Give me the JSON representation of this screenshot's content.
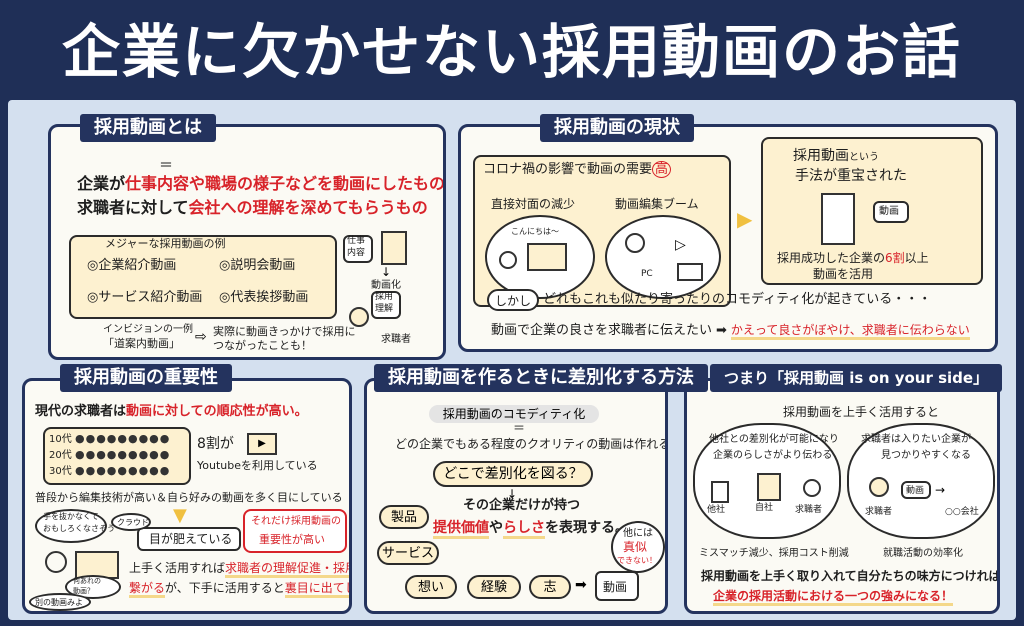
{
  "title": "企業に欠かせない採用動画のお話",
  "panel1": {
    "title": "採用動画とは",
    "eq": "＝",
    "line1_a": "企業が",
    "line1_red": "仕事内容や職場の様子などを動画にしたもの",
    "line2_a": "求職者に対して",
    "line2_red": "会社への理解を深めてもらうもの",
    "box_title": "メジャーな採用動画の例",
    "examples": [
      "◎企業紹介動画",
      "◎説明会動画",
      "◎サービス紹介動画",
      "◎代表挨拶動画"
    ],
    "note_a": "インビジョンの一例",
    "note_b": "「道案内動画」",
    "note_c": "実際に動画きっかけで採用に",
    "note_d": "つながったことも！",
    "side_job": "仕事",
    "side_job2": "内容",
    "side_to_video": "動画化",
    "side_understand": "採用",
    "side_understand2": "理解",
    "side_seeker": "求職者"
  },
  "panel2": {
    "title": "採用動画の現状",
    "corona_a": "コロナ禍の影響で動画の需要",
    "corona_b": "高",
    "bubble_left": "直接対面の減少",
    "bubble_left_small": "こんにちは～",
    "bubble_right": "動画編集ブーム",
    "pc": "PC",
    "right_a": "採用動画",
    "right_b": "という",
    "right_c": "手法が重宝された",
    "video_label": "動画",
    "success_a": "採用成功した企業の",
    "success_red": "6割",
    "success_b": "以上",
    "success_c": "動画を活用",
    "shikashi": "しかし",
    "commodity": "どれもこれも似たり寄ったりのコモディティ化が起きている・・・",
    "bottom_a": "動画で企業の良さを求職者に伝えたい",
    "bottom_red": "かえって良さがぼやけ、求職者に伝わらない"
  },
  "panel3": {
    "title": "採用動画の重要性",
    "line_a": "現代の求職者は",
    "line_red": "動画に対しての順応性が高い。",
    "ages": [
      "10代",
      "20代",
      "30代"
    ],
    "stat_a": "8割が",
    "stat_b": "Youtubeを利用している",
    "habit": "普段から編集技術が高い＆自ら好みの動画を多く目にしている",
    "eye": "目が肥えている",
    "bubble1_a": "手を抜かなくて",
    "bubble1_b": "おもしろくなさそう",
    "bubble2": "クラウド",
    "bubble3_a": "何あれの",
    "bubble3_b": "動画？",
    "bubble4": "別の動画みよ",
    "red_box_a": "それだけ採用動画の",
    "red_box_b": "重要性が高い",
    "bottom_a": "上手く活用すれば",
    "bottom_red1": "求職者の理解促進・採用に",
    "bottom_red2": "繋がる",
    "bottom_b": "が、下手に活用すると",
    "bottom_red3": "裏目に出てしまう"
  },
  "panel4": {
    "title": "採用動画を作るときに差別化する方法",
    "top_label": "採用動画のコモディティ化",
    "eq": "＝",
    "line": "どの企業でもある程度のクオリティの動画は作れる",
    "question": "どこで差別化を図る？",
    "company_a": "その企業だけが持つ",
    "company_red1": "提供価値",
    "company_mid": "や",
    "company_red2": "らしさ",
    "company_b": "を表現する。",
    "circles": [
      "製品",
      "サービス",
      "想い",
      "経験",
      "志"
    ],
    "video": "動画",
    "unique_a": "他には",
    "unique_red": "真似",
    "unique_b": "できない！"
  },
  "panel5": {
    "title": "つまり「採用動画 is on your side」",
    "sub": "採用動画を上手く活用すると",
    "left_a": "他社との差別化が可能になり",
    "left_b": "企業のらしさがより伝わる",
    "left_self": "自社",
    "left_other": "他社",
    "left_seeker": "求職者",
    "left_cap": "ミスマッチ減少、採用コスト削減",
    "right_a": "求職者は入りたい企業が",
    "right_b": "見つかりやすくなる",
    "right_seeker": "求職者",
    "right_video": "動画",
    "right_company": "○○会社",
    "right_cap": "就職活動の効率化",
    "bottom_a": "採用動画を上手く取り入れて自分たちの味方につければ",
    "bottom_red": "企業の採用活動における一つの強みになる！"
  }
}
